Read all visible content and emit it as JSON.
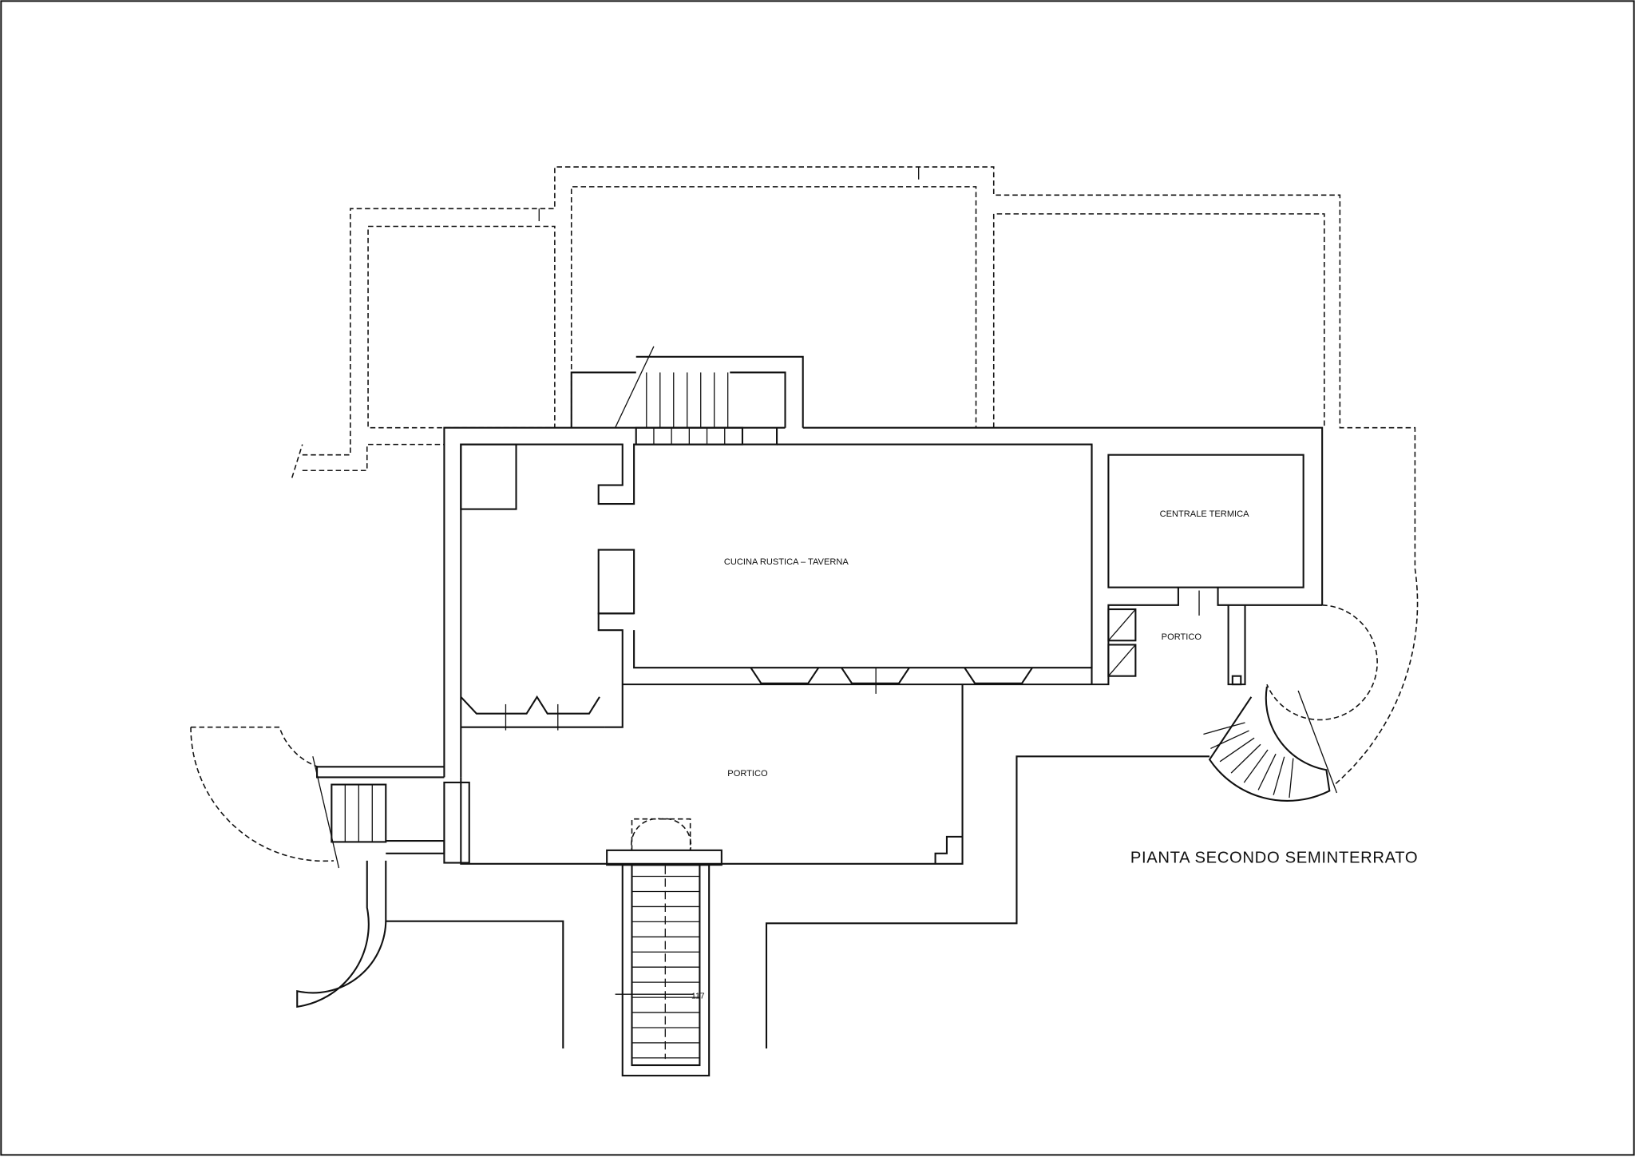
{
  "title": "PIANTA SECONDO SEMINTERRATO",
  "rooms": {
    "taverna": "CUCINA RUSTICA – TAVERNA",
    "centrale": "CENTRALE TERMICA",
    "portico_main": "PORTICO",
    "portico_side": "PORTICO"
  },
  "dimension_label": "117"
}
